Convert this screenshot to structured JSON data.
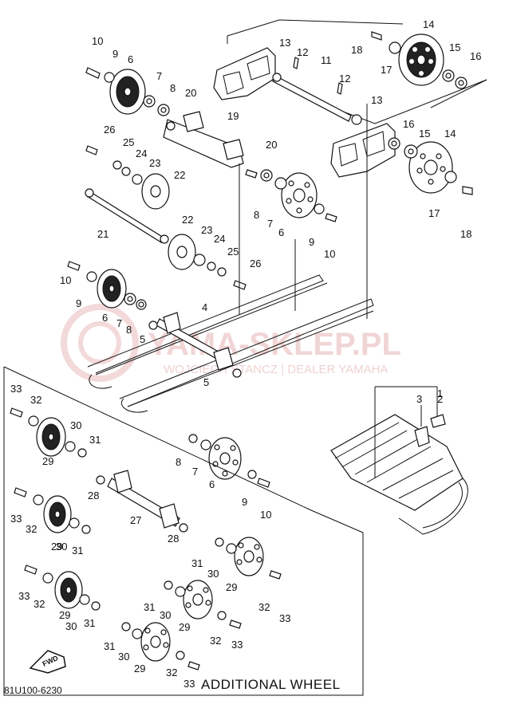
{
  "watermark": {
    "main": "YAMA-SKLEP.PL",
    "sub": "WOJCIECH STANCZ | DEALER YAMAHA"
  },
  "box_title": "ADDITIONAL WHEEL",
  "diagram_code": "81U100-6230",
  "fwd_label": "FWD",
  "callouts": [
    "1",
    "2",
    "3",
    "4",
    "5",
    "5",
    "6",
    "6",
    "6",
    "6",
    "7",
    "7",
    "7",
    "7",
    "8",
    "8",
    "8",
    "8",
    "9",
    "9",
    "9",
    "9",
    "10",
    "10",
    "10",
    "10",
    "11",
    "12",
    "12",
    "13",
    "13",
    "14",
    "14",
    "15",
    "15",
    "16",
    "16",
    "17",
    "17",
    "18",
    "18",
    "19",
    "20",
    "20",
    "21",
    "22",
    "22",
    "23",
    "23",
    "24",
    "24",
    "25",
    "25",
    "26",
    "26",
    "27",
    "28",
    "28",
    "29",
    "29",
    "29",
    "29",
    "29",
    "29",
    "30",
    "30",
    "30",
    "30",
    "30",
    "30",
    "31",
    "31",
    "31",
    "31",
    "31",
    "31",
    "32",
    "32",
    "32",
    "32",
    "32",
    "32",
    "33",
    "33",
    "33",
    "33",
    "33",
    "33"
  ]
}
